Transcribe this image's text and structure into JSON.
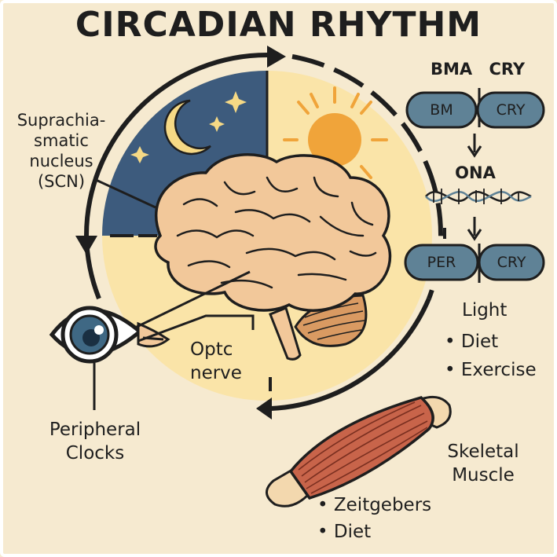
{
  "title": "CIRCADIAN RHYTHM",
  "scn_label": {
    "line1": "Suprachia-",
    "line2": "smatic",
    "line3": "nucleus",
    "line4": "(SCN)"
  },
  "optic_nerve_label": {
    "line1": "Optc",
    "line2": "nerve"
  },
  "peripheral_label": {
    "line1": "Peripheral",
    "line2": "Clocks"
  },
  "molecular": {
    "header_left": "BMA",
    "header_right": "CRY",
    "pill_bm": "BM",
    "pill_cry": "CRY",
    "dna_label": "ONA",
    "pill_per": "PER",
    "pill_cry2": "CRY"
  },
  "inputs_list": {
    "heading": "Light",
    "items": [
      "Diet",
      "Exercise"
    ]
  },
  "muscle_label": {
    "line1": "Skeletal",
    "line2": "Muscle"
  },
  "zeitgebers_list": {
    "items": [
      "Zeitgebers",
      "Diet"
    ]
  },
  "colors": {
    "background": "#f6ead0",
    "day": "#fae4a8",
    "night": "#3d5b7d",
    "sun": "#f0a43a",
    "brain": "#f2c89a",
    "cerebellum": "#d99a62",
    "pill": "#5f8296",
    "muscle": "#c8644a",
    "tendon": "#f3d8ae",
    "iris": "#3f6884"
  }
}
